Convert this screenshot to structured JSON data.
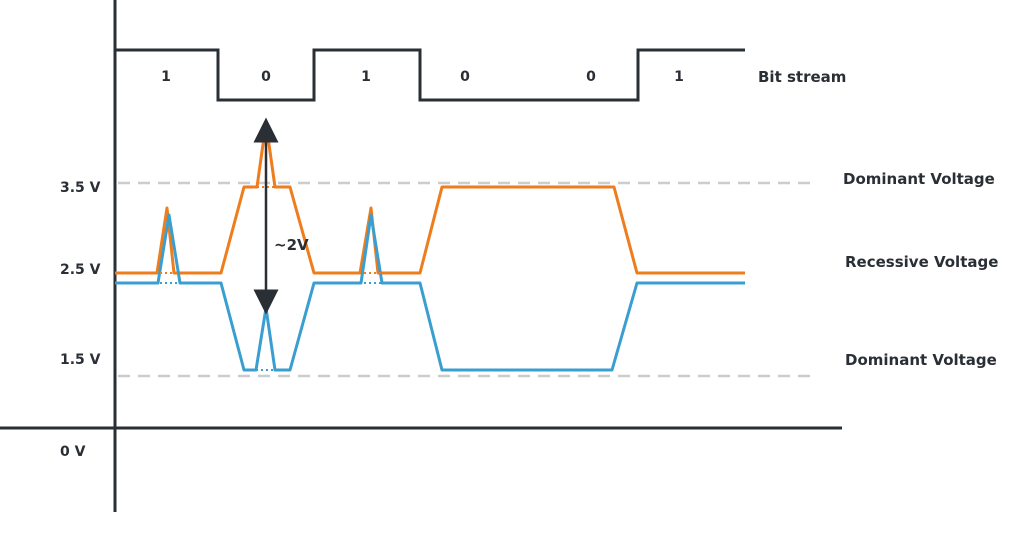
{
  "title": "CAN bus differential signaling",
  "bit_stream": {
    "label": "Bit stream",
    "bits": [
      "1",
      "0",
      "1",
      "0",
      "0",
      "1"
    ]
  },
  "y_labels": {
    "v35": "3.5 V",
    "v25": "2.5 V",
    "v15": "1.5 V",
    "v0": "0 V"
  },
  "right_labels": {
    "dominant_high": "Dominant Voltage",
    "recessive": "Recessive Voltage",
    "dominant_low": "Dominant Voltage"
  },
  "annotation": "~2V",
  "colors": {
    "can_high": "#ee7d1d",
    "can_low": "#3a9fd0",
    "axis": "#2a2f36",
    "dashed": "#cccccc"
  }
}
